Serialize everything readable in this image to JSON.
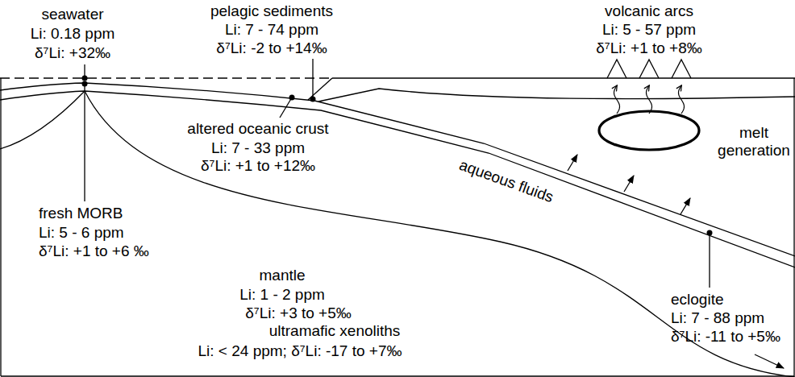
{
  "diagram": {
    "labels": [
      "seawater",
      "Li: 0.18 ppm",
      "δ⁷Li: +32‰",
      "pelagic sediments",
      "Li: 7 - 74 ppm",
      "δ⁷Li: -2 to +14‰",
      "volcanic arcs",
      "Li: 5 - 57 ppm",
      "δ⁷Li: +1 to +8‰",
      "altered oceanic crust",
      "Li: 7 - 33 ppm",
      "δ⁷Li: +1 to +12‰",
      "melt generation",
      "aqueous fluids",
      "fresh MORB",
      "Li: 5 - 6 ppm",
      "δ⁷Li: +1 to +6 ‰",
      "mantle",
      "Li: 1 - 2 ppm",
      "δ⁷Li: +3 to +5‰",
      "ultramafic xenoliths",
      "Li: < 24 ppm; δ⁷Li: -17 to +7‰",
      "eclogite",
      "Li: 7 - 88 ppm",
      "δ⁷Li: -11 to +5‰"
    ]
  }
}
